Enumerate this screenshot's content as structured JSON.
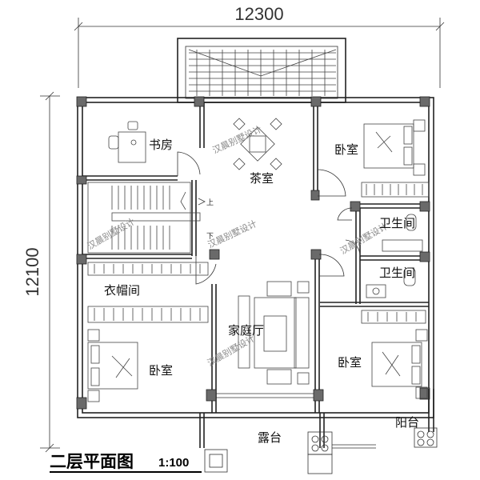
{
  "plan": {
    "width_dim": "12300",
    "height_dim": "12100",
    "title": "二层平面图",
    "scale": "1:100"
  },
  "rooms": {
    "study": "书房",
    "tea_room": "茶室",
    "bedroom_ne": "卧室",
    "bathroom_1": "卫生间",
    "bathroom_2": "卫生间",
    "cloakroom": "衣帽间",
    "family_hall": "家庭厅",
    "bedroom_sw": "卧室",
    "bedroom_se": "卧室",
    "terrace": "露台",
    "balcony": "阳台"
  },
  "stairs": {
    "up": "上",
    "down": "下"
  },
  "watermark": "汉晨别墅设计"
}
